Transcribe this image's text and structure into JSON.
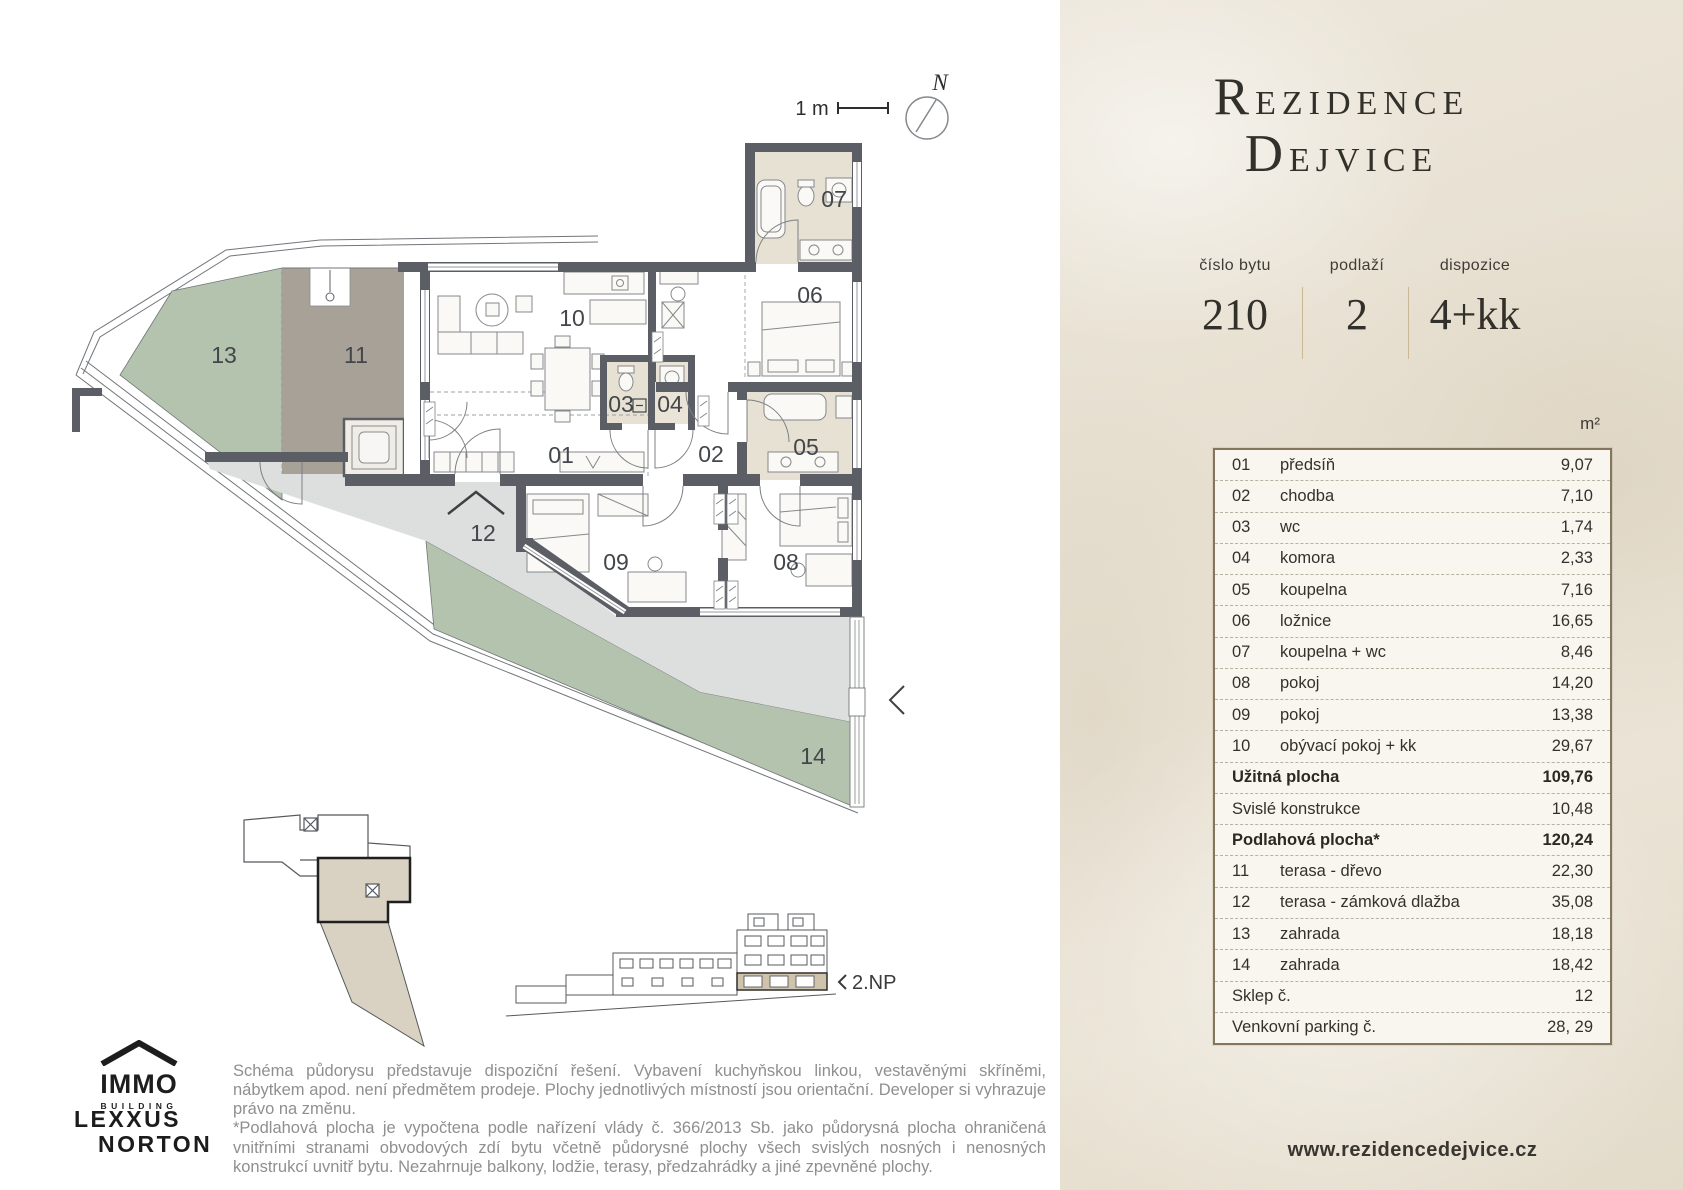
{
  "brand": {
    "title_line1": "Rezidence",
    "title_line2": "Dejvice",
    "website": "www.rezidencedejvice.cz"
  },
  "unit_info": {
    "items": [
      {
        "label": "číslo bytu",
        "value": "210"
      },
      {
        "label": "podlaží",
        "value": "2"
      },
      {
        "label": "dispozice",
        "value": "4+kk"
      }
    ]
  },
  "area_table": {
    "unit_header": "m²",
    "rows": [
      {
        "num": "01",
        "label": "předsíň",
        "value": "9,07"
      },
      {
        "num": "02",
        "label": "chodba",
        "value": "7,10"
      },
      {
        "num": "03",
        "label": "wc",
        "value": "1,74"
      },
      {
        "num": "04",
        "label": "komora",
        "value": "2,33"
      },
      {
        "num": "05",
        "label": "koupelna",
        "value": "7,16"
      },
      {
        "num": "06",
        "label": "ložnice",
        "value": "16,65"
      },
      {
        "num": "07",
        "label": "koupelna + wc",
        "value": "8,46"
      },
      {
        "num": "08",
        "label": "pokoj",
        "value": "14,20"
      },
      {
        "num": "09",
        "label": "pokoj",
        "value": "13,38"
      },
      {
        "num": "10",
        "label": "obývací pokoj + kk",
        "value": "29,67"
      },
      {
        "num": "",
        "label": "Užitná plocha",
        "value": "109,76",
        "bold": true
      },
      {
        "num": "",
        "label": "Svislé konstrukce",
        "value": "10,48"
      },
      {
        "num": "",
        "label": "Podlahová plocha*",
        "value": "120,24",
        "bold": true
      },
      {
        "num": "11",
        "label": "terasa - dřevo",
        "value": "22,30"
      },
      {
        "num": "12",
        "label": "terasa - zámková dlažba",
        "value": "35,08"
      },
      {
        "num": "13",
        "label": "zahrada",
        "value": "18,18"
      },
      {
        "num": "14",
        "label": "zahrada",
        "value": "18,42"
      },
      {
        "num": "",
        "label": "Sklep č.",
        "value": "12"
      },
      {
        "num": "",
        "label": "Venkovní parking č.",
        "value": "28, 29"
      }
    ]
  },
  "floor_plan": {
    "scale_label": "1 m",
    "north_label": "N",
    "level_label": "2.NP",
    "rooms": {
      "r01": "01",
      "r02": "02",
      "r03": "03",
      "r04": "04",
      "r05": "05",
      "r06": "06",
      "r07": "07",
      "r08": "08",
      "r09": "09",
      "r10": "10",
      "r11": "11",
      "r12": "12",
      "r13": "13",
      "r14": "14"
    }
  },
  "logos": {
    "immo_name": "IMMO",
    "immo_sub": "BUILDING",
    "agency_line1": "LEXXUS",
    "agency_line2": "NORTON"
  },
  "disclaimer": {
    "p1": "Schéma půdorysu představuje dispoziční řešení. Vybavení kuchyňskou linkou, vestavěnými skříněmi, nábytkem apod. není předmětem prodeje. Plochy jednotlivých místností jsou orientační. Developer si vyhrazuje právo na změnu.",
    "p2": "*Podlahová plocha je vypočtena podle nařízení vlády č. 366/2013 Sb. jako půdorysná plocha ohraničená vnitřními stranami obvodových zdí bytu včetně půdorysné plochy všech svislých nosných i nenosných konstrukcí uvnitř bytu. Nezahrnuje balkony, lodžie, terasy, předzahrádky a jiné zpevněné plochy."
  },
  "colors": {
    "wall": "#5b5f65",
    "garden_green": "#b4c3ad",
    "terrace_wood": "#a8a197",
    "terrace_paving": "#dcdfde",
    "bath_tile": "#e7e1d3",
    "panel_background": "#e9e2d4",
    "table_background": "#f9f6ef",
    "table_border": "#84755d",
    "text_dark": "#32302a",
    "text_gray": "#8f8f8f"
  }
}
